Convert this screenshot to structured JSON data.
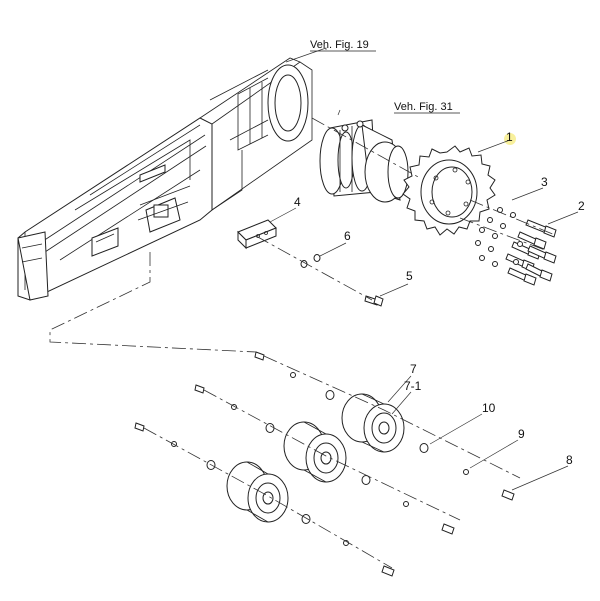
{
  "references": {
    "frame": "Veh. Fig. 19",
    "motor": "Veh. Fig. 31"
  },
  "callouts": {
    "c1": "1",
    "c2": "2",
    "c3": "3",
    "c4": "4",
    "c5": "5",
    "c6": "6",
    "c7": "7",
    "c7_1": "7-1",
    "c8": "8",
    "c9": "9",
    "c10": "10"
  },
  "colors": {
    "line": "#222222",
    "highlight": "#f2e44a"
  }
}
